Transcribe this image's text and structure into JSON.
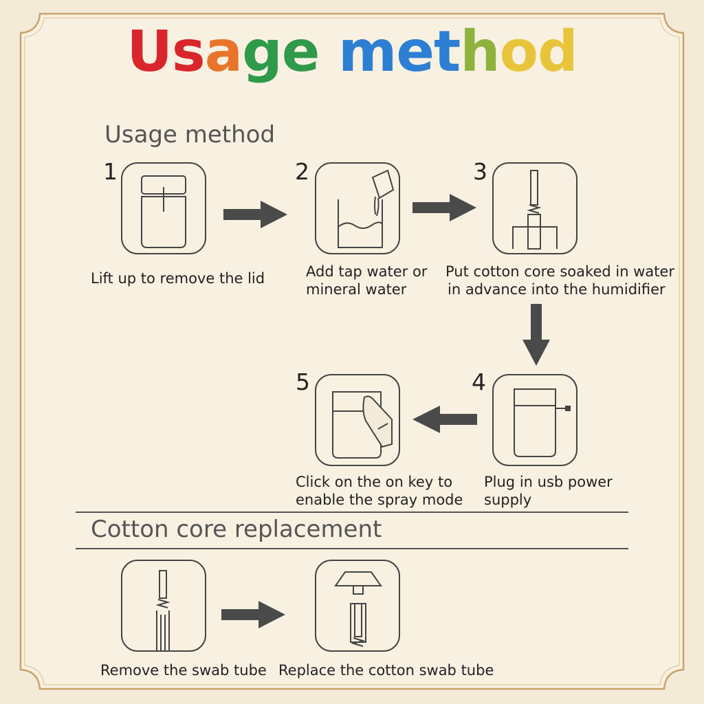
{
  "title": {
    "letters": [
      {
        "ch": "U",
        "color": "#d9262c"
      },
      {
        "ch": "s",
        "color": "#d9262c"
      },
      {
        "ch": "a",
        "color": "#e8742a"
      },
      {
        "ch": "g",
        "color": "#2f9a4a"
      },
      {
        "ch": "e",
        "color": "#2f9a4a"
      },
      {
        "ch": " ",
        "color": "#2f9a4a"
      },
      {
        "ch": "m",
        "color": "#2d7fd3"
      },
      {
        "ch": "e",
        "color": "#2d7fd3"
      },
      {
        "ch": "t",
        "color": "#2d7fd3"
      },
      {
        "ch": "h",
        "color": "#8fb23f"
      },
      {
        "ch": "o",
        "color": "#e8c43a"
      },
      {
        "ch": "d",
        "color": "#e8c43a"
      }
    ]
  },
  "usage": {
    "heading": "Usage method",
    "steps": [
      {
        "num": "1",
        "caption": "Lift up to remove the lid",
        "icon": "device-lid-icon"
      },
      {
        "num": "2",
        "caption_lines": [
          "Add tap water or",
          "mineral water"
        ],
        "icon": "pour-water-icon"
      },
      {
        "num": "3",
        "caption_lines": [
          "Put cotton core soaked in water",
          "in advance into the humidifier"
        ],
        "icon": "cotton-core-icon"
      },
      {
        "num": "4",
        "caption_lines": [
          "Plug in usb power",
          "supply"
        ],
        "icon": "usb-plug-icon"
      },
      {
        "num": "5",
        "caption_lines": [
          "Click on the on key to",
          "enable the spray mode"
        ],
        "icon": "press-button-icon"
      }
    ]
  },
  "replacement": {
    "heading": "Cotton core replacement",
    "steps": [
      {
        "caption": "Remove the swab tube",
        "icon": "swab-tube-icon"
      },
      {
        "caption": "Replace the cotton swab tube",
        "icon": "replace-swab-icon"
      }
    ]
  },
  "colors": {
    "background": "#f3ead8",
    "frame": "#c9a46a",
    "line": "#444444",
    "arrow": "#4a4a4a"
  }
}
